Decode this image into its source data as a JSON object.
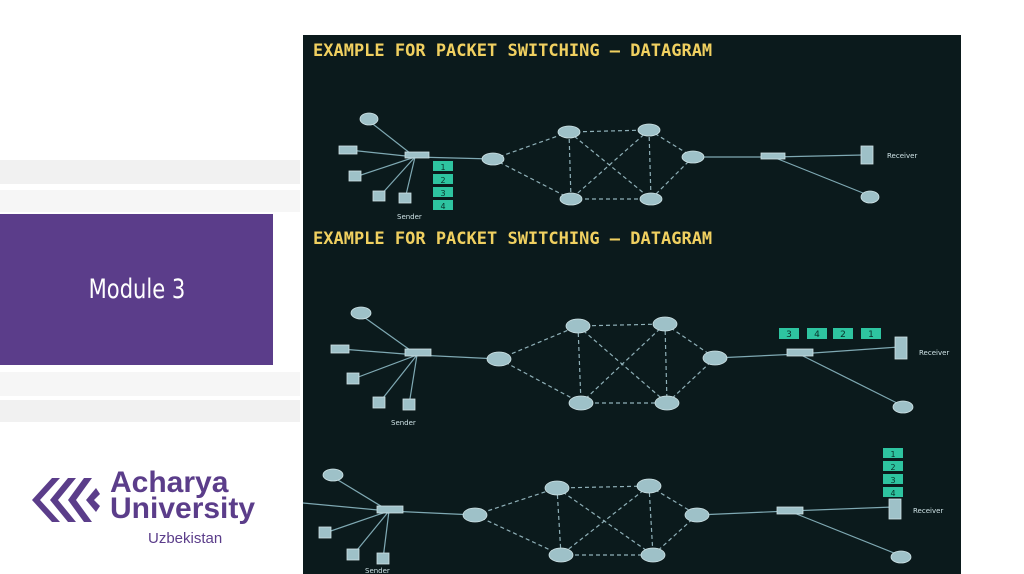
{
  "slide": {
    "module_title": "Module 3"
  },
  "logo": {
    "line1": "Acharya",
    "line2": "University",
    "subtitle": "Uzbekistan",
    "brand_color": "#5b3d8a"
  },
  "diagram": {
    "panel1_title": "EXAMPLE FOR PACKET SWITCHING – DATAGRAM",
    "panel2_title": "EXAMPLE FOR PACKET SWITCHING – DATAGRAM",
    "sender_label": "Sender",
    "receiver_label": "Receiver",
    "panel1_packets": [
      "1",
      "2",
      "3",
      "4"
    ],
    "panel2_packets": [
      "3",
      "4",
      "2",
      "1"
    ],
    "panel3_packets": [
      "1",
      "2",
      "3",
      "4"
    ],
    "packet_color": "#2ec4a0",
    "title_color": "#f0d060"
  }
}
